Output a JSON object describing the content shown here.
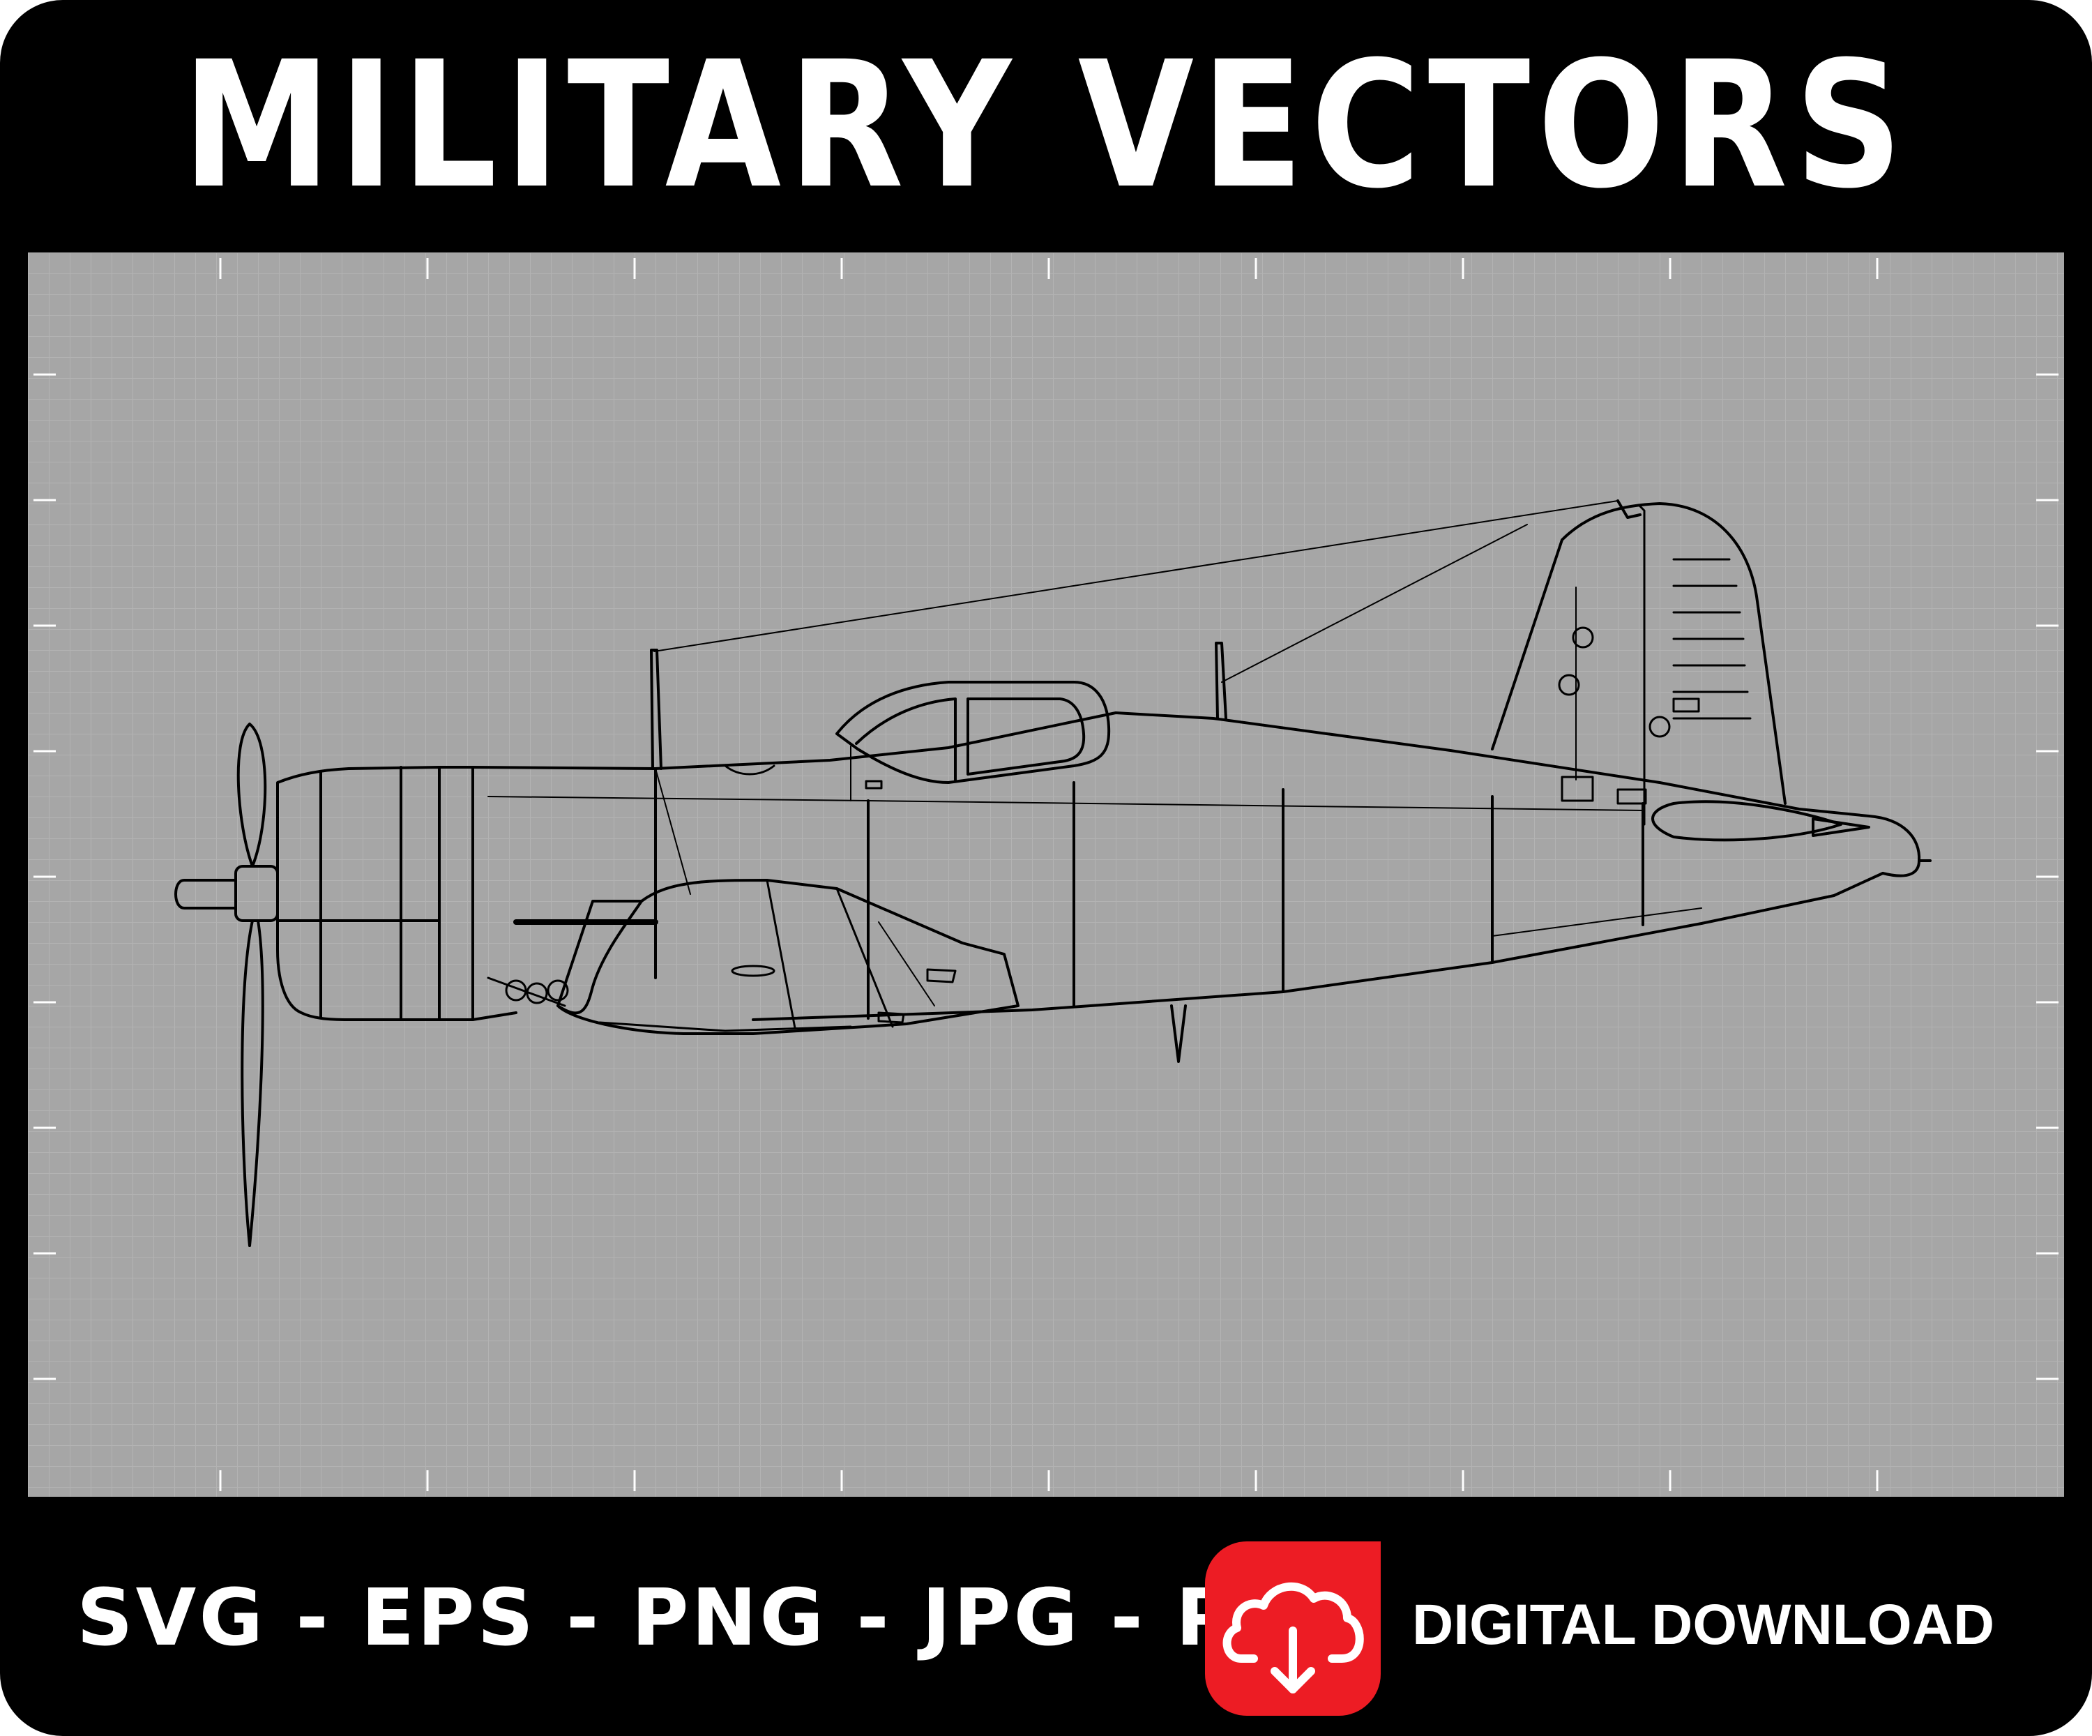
{
  "header": {
    "title": "MILITARY VECTORS"
  },
  "footer": {
    "formats": "SVG - EPS - PNG - JPG - PDF",
    "download_label": "DIGITAL DOWNLOAD",
    "download_icon": "cloud-download-icon"
  },
  "colors": {
    "frame": "#000000",
    "panel": "#a6a6a6",
    "grid_line": "#b4b4b4",
    "linework": "#000000",
    "badge": "#ed1c24",
    "text": "#ffffff"
  },
  "illustration": {
    "subject": "airplane-outline"
  }
}
